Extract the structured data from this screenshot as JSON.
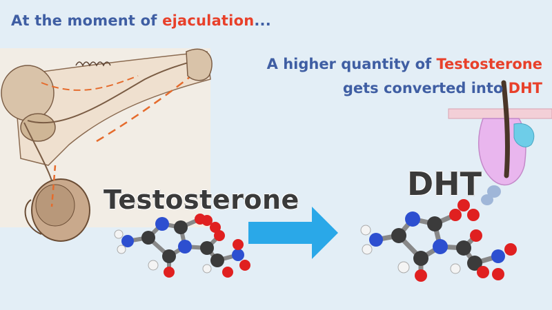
{
  "headline": {
    "prefix": "At the moment of ",
    "highlight": "ejaculation",
    "suffix": "..."
  },
  "subline": {
    "line1_prefix": "A higher quantity of ",
    "line1_highlight": "Testosterone",
    "line2_prefix": "gets converted into ",
    "line2_highlight": "DHT"
  },
  "labels": {
    "from": "Testosterone",
    "to": "DHT"
  },
  "colors": {
    "background": "#e3eef6",
    "text_blue": "#3f5ea3",
    "highlight_red": "#e8402a",
    "arrow_blue": "#2aa8e8"
  }
}
